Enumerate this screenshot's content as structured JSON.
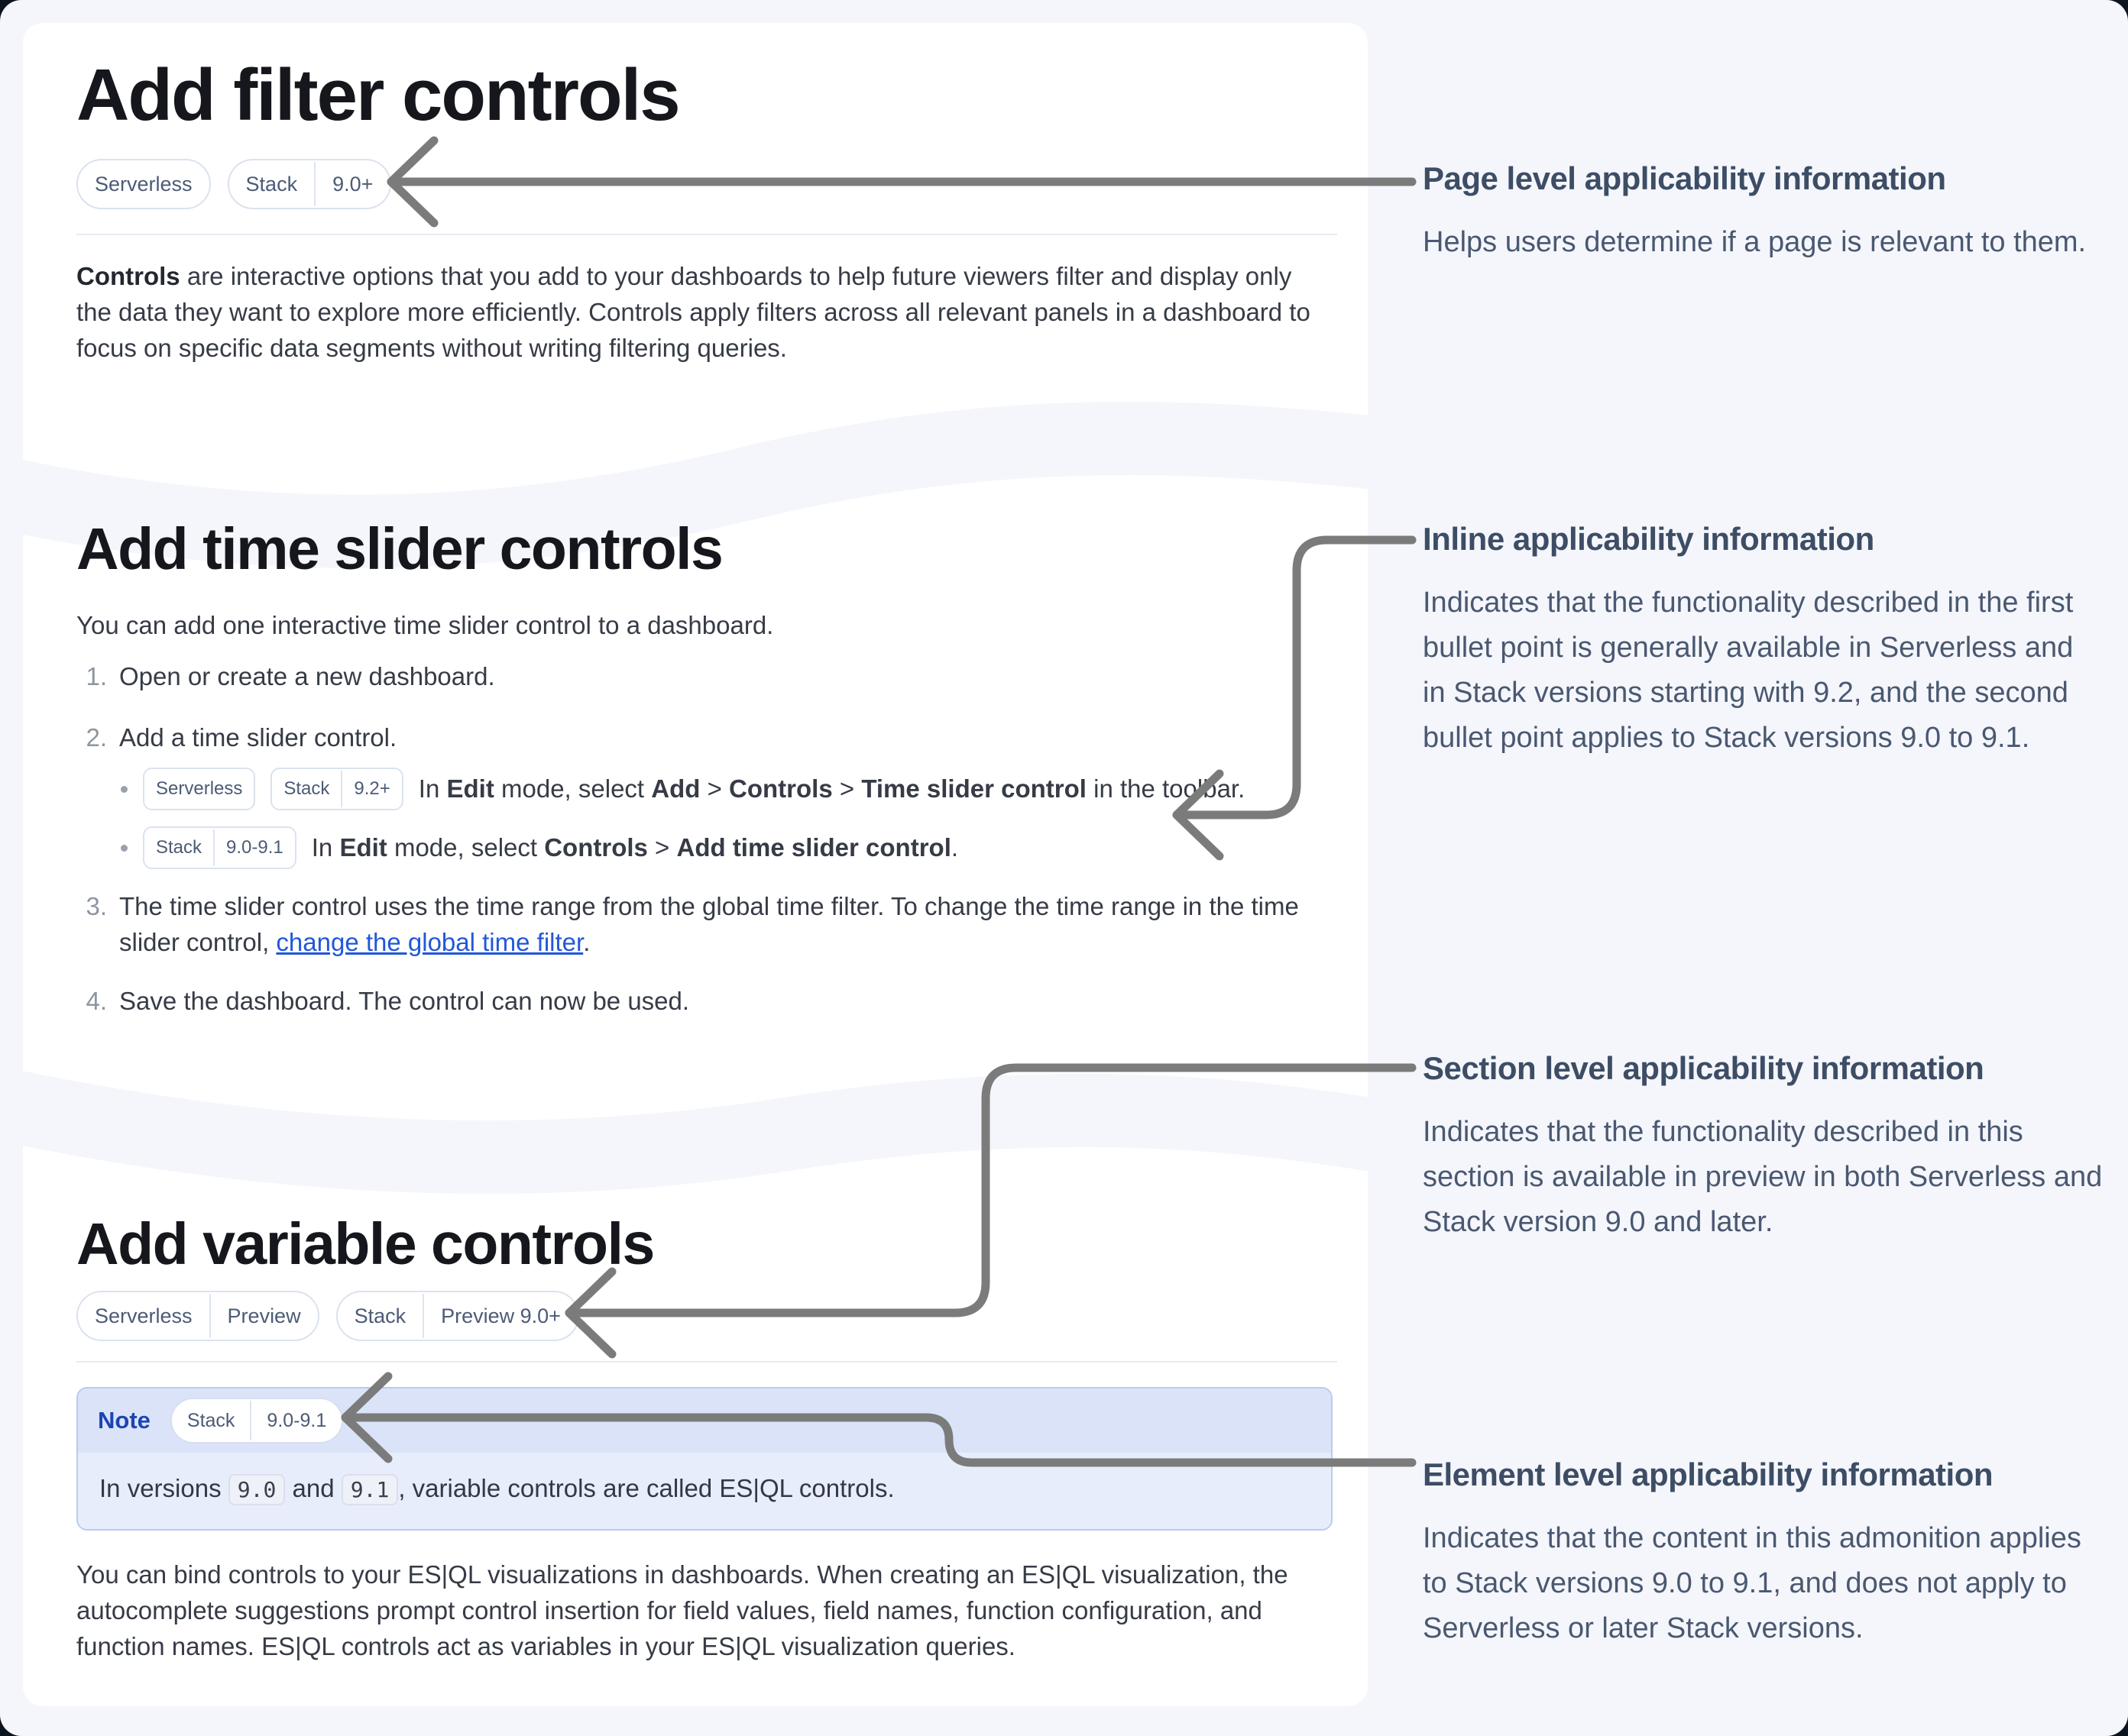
{
  "colors": {
    "page_background": "#f4f6fb",
    "card_background": "#ffffff",
    "frame_border": "#0c1420",
    "arrow": "#7b7b7b",
    "note_header": "#dae3f8",
    "note_body": "#e7edfb",
    "note_label_blue": "#1d44b2",
    "link_blue": "#2257d8",
    "badge_text": "#4c5b76"
  },
  "doc": {
    "s1": {
      "title": "Add filter controls",
      "badge_serverless": "Serverless",
      "badge_stack": "Stack",
      "badge_stack_version": "9.0+",
      "para_bold": "Controls",
      "para_rest": " are interactive options that you add to your dashboards to help future viewers filter and display only the data they want to explore more efficiently. Controls apply filters across all relevant panels in a dashboard to focus on specific data segments without writing filtering queries."
    },
    "s2": {
      "title": "Add time slider controls",
      "intro": "You can add one interactive time slider control to a dashboard.",
      "step1_num": "1.",
      "step1_text": "Open or create a new dashboard.",
      "step2_num": "2.",
      "step2_text": "Add a time slider control.",
      "b1": {
        "badge_serverless": "Serverless",
        "badge_stack": "Stack",
        "badge_version": "9.2+",
        "p1": "In ",
        "bold1": "Edit",
        "p2": " mode, select ",
        "bold2": "Add",
        "p3": " > ",
        "bold3": "Controls",
        "p4": " > ",
        "bold4": "Time slider control",
        "p5": " in the toolbar."
      },
      "b2": {
        "badge_stack": "Stack",
        "badge_version": "9.0-9.1",
        "p1": "In ",
        "bold1": "Edit",
        "p2": " mode, select ",
        "bold2": "Controls",
        "p3": " > ",
        "bold3": "Add time slider control",
        "p4": "."
      },
      "step3_num": "3.",
      "step3_text1": "The time slider control uses the time range from the global time filter. To change the time range in the time slider control, ",
      "step3_link": "change the global time filter",
      "step3_text2": ".",
      "step4_num": "4.",
      "step4_text": "Save the dashboard. The control can now be used."
    },
    "s3": {
      "title": "Add variable controls",
      "badge1_a": "Serverless",
      "badge1_b": "Preview",
      "badge2_a": "Stack",
      "badge2_b": "Preview 9.0+",
      "note": {
        "label": "Note",
        "badge_a": "Stack",
        "badge_b": "9.0-9.1",
        "t1": "In versions ",
        "code1": "9.0",
        "t2": " and ",
        "code2": "9.1",
        "t3": ", variable controls are called ES|QL controls."
      },
      "para": "You can bind controls to your ES|QL visualizations in dashboards. When creating an ES|QL visualization, the autocomplete suggestions prompt control insertion for field values, field names, function configuration, and function names. ES|QL controls act as variables in your ES|QL visualization queries."
    }
  },
  "annotations": {
    "a1": {
      "title": "Page level applicability information",
      "body": "Helps users determine if a page is relevant to them."
    },
    "a2": {
      "title": "Inline applicability information",
      "body": "Indicates that the functionality described in the first bullet point is generally available in Serverless and in Stack versions starting with 9.2, and the second bullet point applies to Stack versions 9.0 to 9.1."
    },
    "a3": {
      "title": "Section level applicability information",
      "body": "Indicates that the functionality described in this section is available in preview in both Serverless and Stack version 9.0 and later."
    },
    "a4": {
      "title": "Element level applicability information",
      "body": "Indicates that the content in this admonition applies to Stack versions 9.0 to 9.1, and does not apply to Serverless or later Stack versions."
    }
  }
}
